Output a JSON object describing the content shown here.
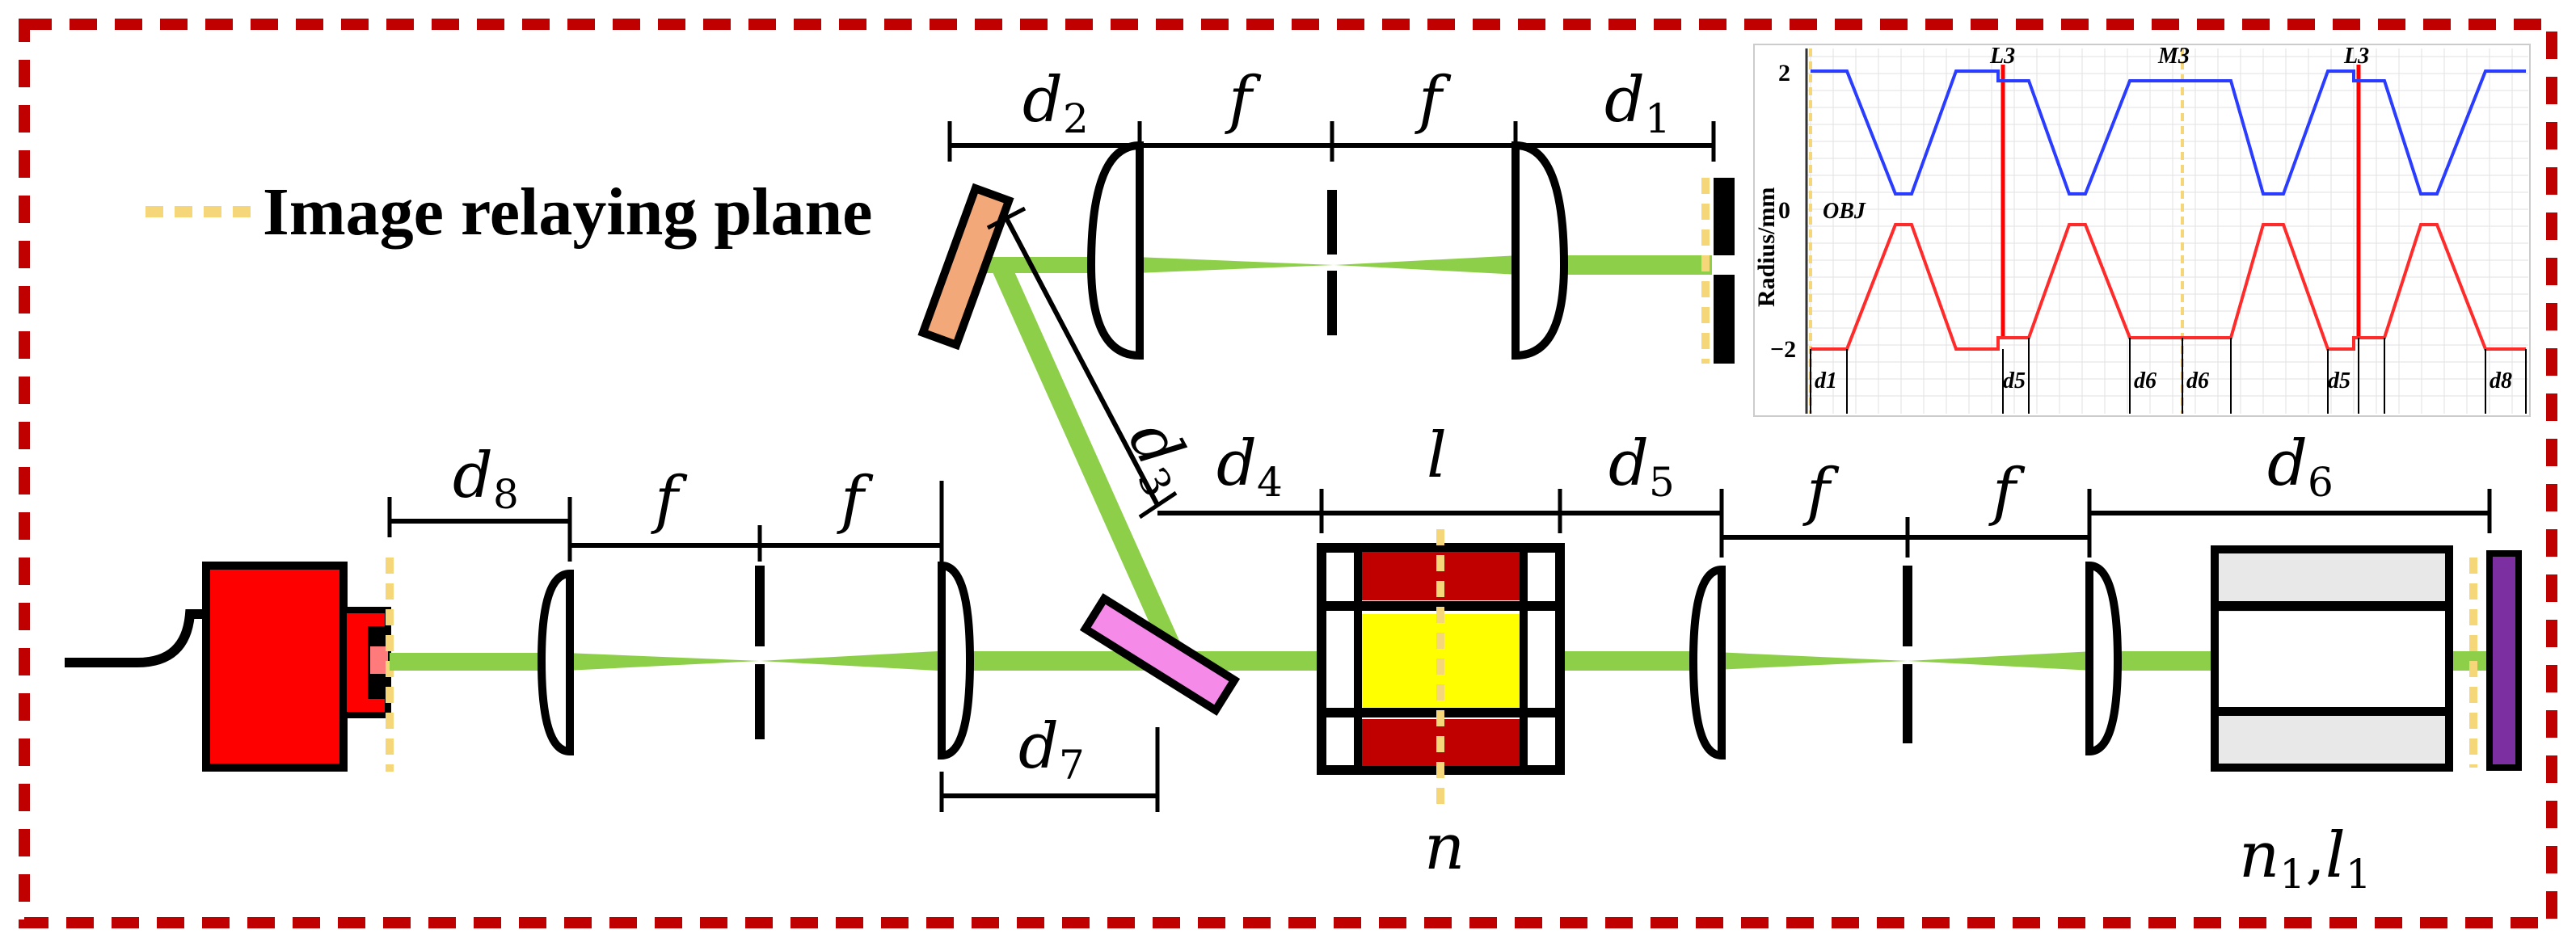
{
  "legend": {
    "label": "Image relaying plane"
  },
  "labels": {
    "d1": "d",
    "d1_sub": "1",
    "d2": "d",
    "d2_sub": "2",
    "d3": "d",
    "d3_sub": "3",
    "d4": "d",
    "d4_sub": "4",
    "d5": "d",
    "d5_sub": "5",
    "d6": "d",
    "d6_sub": "6",
    "d7": "d",
    "d7_sub": "7",
    "d8": "d",
    "d8_sub": "8",
    "f": "f",
    "l": "l",
    "n": "n",
    "n1l1": "n",
    "n1_sub": "1",
    "n1l1_mid": ",",
    "l1": "l",
    "l1_sub": "1"
  },
  "colors": {
    "border": "#c00000",
    "beam": "#8ecf4a",
    "relay": "#f5d77a",
    "camera": "#ff0000",
    "mirror_top": "#f2a878",
    "mirror_bottom": "#f58ae8",
    "crystal_dark": "#c00000",
    "crystal_light": "#ffff00",
    "cell_fill": "#e8e8e8",
    "end_plate": "#7b2fa0",
    "inset_blue": "#2a3cff",
    "inset_red": "#ff2a2a"
  },
  "inset": {
    "ylabel": "Radius/mm",
    "yticks": [
      "2",
      "0",
      "−2"
    ],
    "annotations": [
      "L3",
      "M3",
      "L3",
      "OBJ"
    ],
    "segment_labels": [
      "d1",
      "d5",
      "d6",
      "d6",
      "d5",
      "d8"
    ]
  }
}
